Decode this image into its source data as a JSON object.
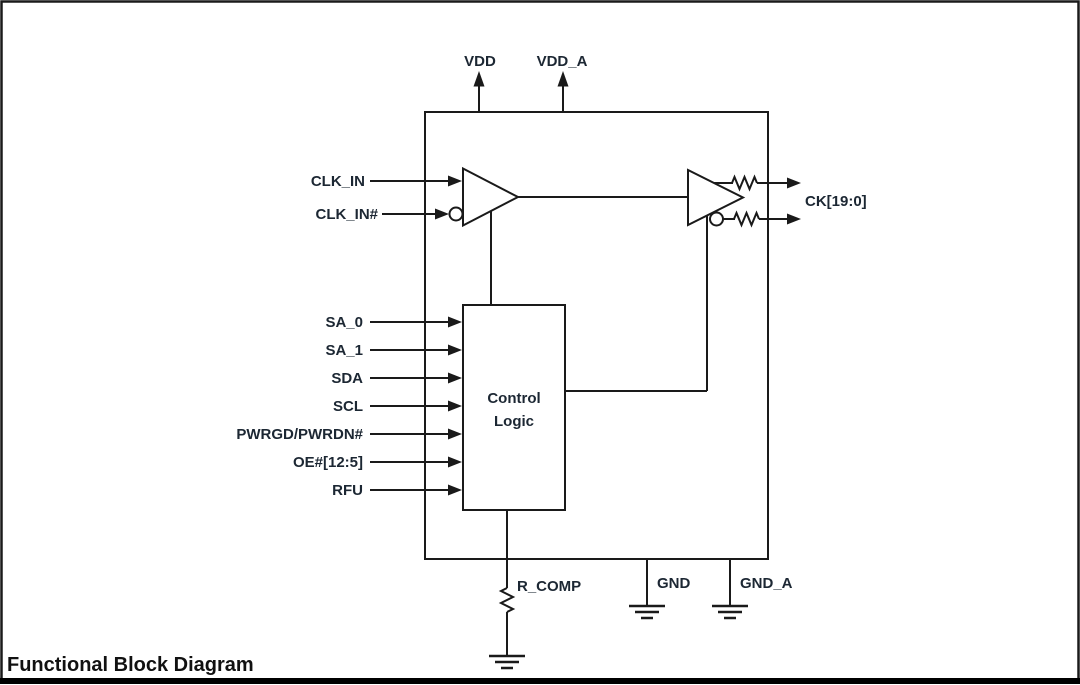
{
  "title": "Functional Block Diagram",
  "chip": {
    "power_pins": {
      "vdd": "VDD",
      "vdd_a": "VDD_A"
    },
    "clock_inputs": {
      "clk_in": "CLK_IN",
      "clk_in_inverted": "CLK_IN#"
    },
    "control_inputs": [
      "SA_0",
      "SA_1",
      "SDA",
      "SCL",
      "PWRGD/PWRDN#",
      "OE#[12:5]",
      "RFU"
    ],
    "control_block": {
      "line1": "Control",
      "line2": "Logic"
    },
    "clock_output": "CK[19:0]",
    "bottom_pins": {
      "r_comp": "R_COMP",
      "gnd": "GND",
      "gnd_a": "GND_A"
    }
  },
  "colors": {
    "line": "#1a1a1a",
    "label": "#1c2733",
    "title": "#111111",
    "background": "#ffffff",
    "frame": "#000000"
  }
}
